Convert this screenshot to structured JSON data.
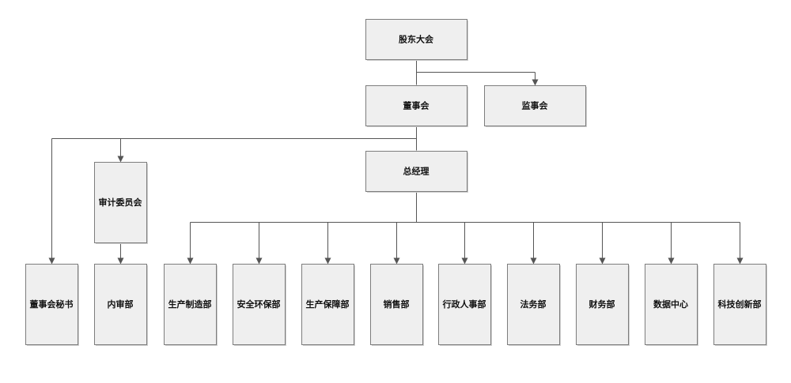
{
  "org_chart": {
    "nodes": [
      {
        "id": "shareholders",
        "label": "股东大会"
      },
      {
        "id": "board",
        "label": "董事会"
      },
      {
        "id": "supervisors",
        "label": "监事会"
      },
      {
        "id": "gm",
        "label": "总经理"
      },
      {
        "id": "board_secretary",
        "label": "董事会秘书"
      },
      {
        "id": "audit_committee",
        "label": "审计委员会"
      },
      {
        "id": "internal_audit",
        "label": "内审部"
      },
      {
        "id": "production_mfg",
        "label": "生产制造部"
      },
      {
        "id": "safety_env",
        "label": "安全环保部"
      },
      {
        "id": "production_support",
        "label": "生产保障部"
      },
      {
        "id": "sales",
        "label": "销售部"
      },
      {
        "id": "admin_hr",
        "label": "行政人事部"
      },
      {
        "id": "legal",
        "label": "法务部"
      },
      {
        "id": "finance",
        "label": "财务部"
      },
      {
        "id": "data_center",
        "label": "数据中心"
      },
      {
        "id": "tech_innovation",
        "label": "科技创新部"
      }
    ],
    "edges": [
      [
        "shareholders",
        "board"
      ],
      [
        "shareholders",
        "supervisors"
      ],
      [
        "board",
        "board_secretary"
      ],
      [
        "board",
        "audit_committee"
      ],
      [
        "board",
        "gm"
      ],
      [
        "audit_committee",
        "internal_audit"
      ],
      [
        "gm",
        "production_mfg"
      ],
      [
        "gm",
        "safety_env"
      ],
      [
        "gm",
        "production_support"
      ],
      [
        "gm",
        "sales"
      ],
      [
        "gm",
        "admin_hr"
      ],
      [
        "gm",
        "legal"
      ],
      [
        "gm",
        "finance"
      ],
      [
        "gm",
        "data_center"
      ],
      [
        "gm",
        "tech_innovation"
      ]
    ]
  },
  "colors": {
    "box_fill": "#efefef",
    "box_border": "#7d7d7d",
    "connector": "#555555",
    "text": "#111111"
  }
}
